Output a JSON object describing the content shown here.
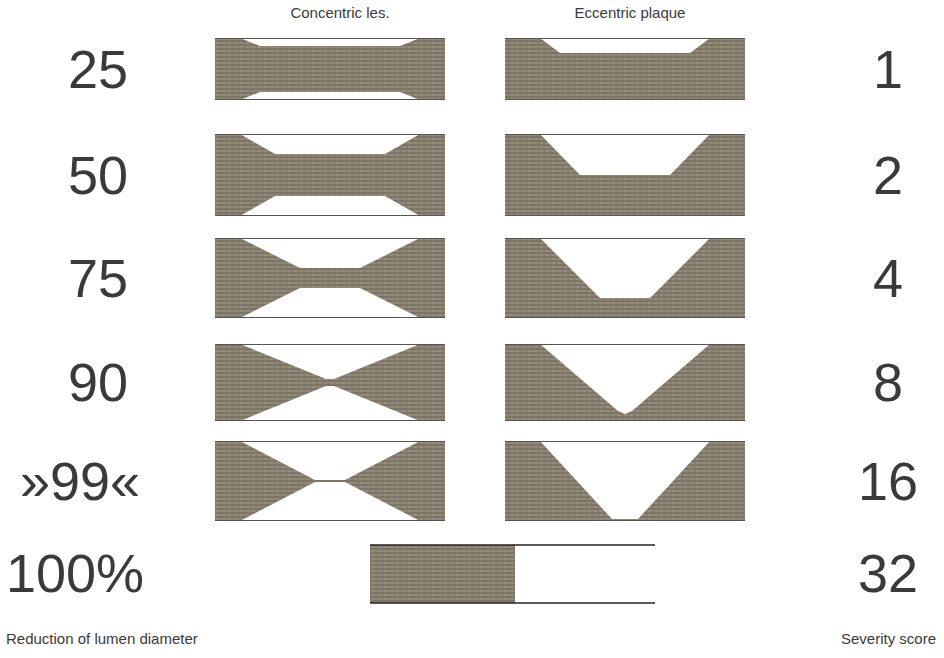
{
  "diagram": {
    "labels": [
      "Concentric les.",
      "Eccentric plaque",
      "25",
      "1",
      "50",
      "2",
      "75",
      "4",
      "90",
      "8",
      "»99«",
      "16",
      "100%",
      "32",
      "Reduction of lumen diameter",
      "Severity score"
    ]
  }
}
